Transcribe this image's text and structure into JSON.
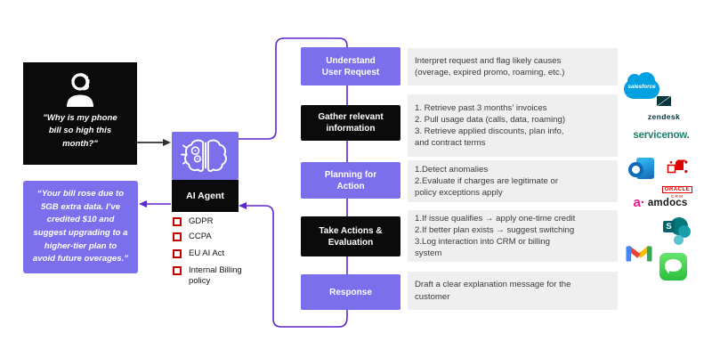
{
  "customer": {
    "query": "\"Why is my phone\nbill so high this\nmonth?\"",
    "response": "“Your bill rose due to\n5GB extra data. I’ve\ncredited $10 and\nsuggest upgrading to a\nhigher-tier plan to\navoid future overages.”"
  },
  "agent": {
    "label": "AI Agent",
    "policies": [
      "GDPR",
      "CCPA",
      "EU AI Act",
      "Internal Billing policy"
    ]
  },
  "flow": {
    "steps": [
      {
        "label": "Understand\nUser Request",
        "desc": "Interpret request and flag likely causes\n(overage, expired promo, roaming, etc.)"
      },
      {
        "label": "Gather relevant\ninformation",
        "desc": "1. Retrieve past 3 months' invoices\n2. Pull usage data (calls, data, roaming)\n3. Retrieve applied discounts, plan info,\nand contract terms"
      },
      {
        "label": "Planning for\nAction",
        "desc": "1.Detect anomalies\n2.Evaluate if charges are legitimate or\npolicy exceptions apply"
      },
      {
        "label": "Take Actions &\nEvaluation",
        "desc": "1.If issue qualifies → apply one-time credit\n2.If better plan exists → suggest switching\n3.Log interaction into CRM or billing\nsystem"
      },
      {
        "label": "Response",
        "desc": "Draft a clear explanation message for the\ncustomer"
      }
    ]
  },
  "integrations": [
    {
      "name": "salesforce",
      "label": "salesforce"
    },
    {
      "name": "zendesk",
      "label": "zendesk"
    },
    {
      "name": "servicenow",
      "label": "servicenow."
    },
    {
      "name": "outlook",
      "label": ""
    },
    {
      "name": "oracle-crm",
      "label": "ORACLE",
      "sublabel": "CRM"
    },
    {
      "name": "amdocs",
      "label": "amdocs",
      "mark": "a·"
    },
    {
      "name": "sharepoint",
      "label": "S"
    },
    {
      "name": "gmail",
      "label": ""
    },
    {
      "name": "messages",
      "label": ""
    }
  ],
  "colors": {
    "purple_box": "#7b6fec",
    "black_box": "#0b0b0b",
    "gray_box": "#efefef",
    "connector_purple": "#5b27ce",
    "checkbox_red": "#c00000"
  }
}
